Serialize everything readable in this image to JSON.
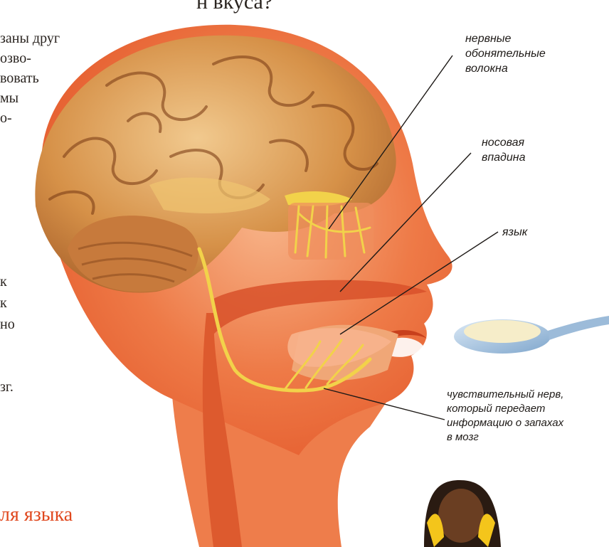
{
  "heading_top": "н вкуса?",
  "heading_bottom": "ля языка",
  "left_text_top": [
    "заны друг",
    "озво-",
    "вовать",
    "мы",
    "о-"
  ],
  "left_text_bottom": [
    "к",
    "к",
    "но",
    "зг."
  ],
  "labels": {
    "olfactory_fibers": "нервные\nобонятельные\nволокна",
    "nasal_cavity": "носовая\nвпадина",
    "tongue": "язык",
    "sensory_nerve": "чувствительный нерв,\nкоторый передает\nинформацию о запахах\nв мозг"
  },
  "colors": {
    "skin": "#e8663a",
    "skin_light": "#f29a6c",
    "brain": "#d99a55",
    "nerve": "#f2d24a",
    "heading_accent": "#e0481e"
  },
  "icons": [
    "head-cross-section-illustration",
    "spoon-icon",
    "child-illustration"
  ]
}
